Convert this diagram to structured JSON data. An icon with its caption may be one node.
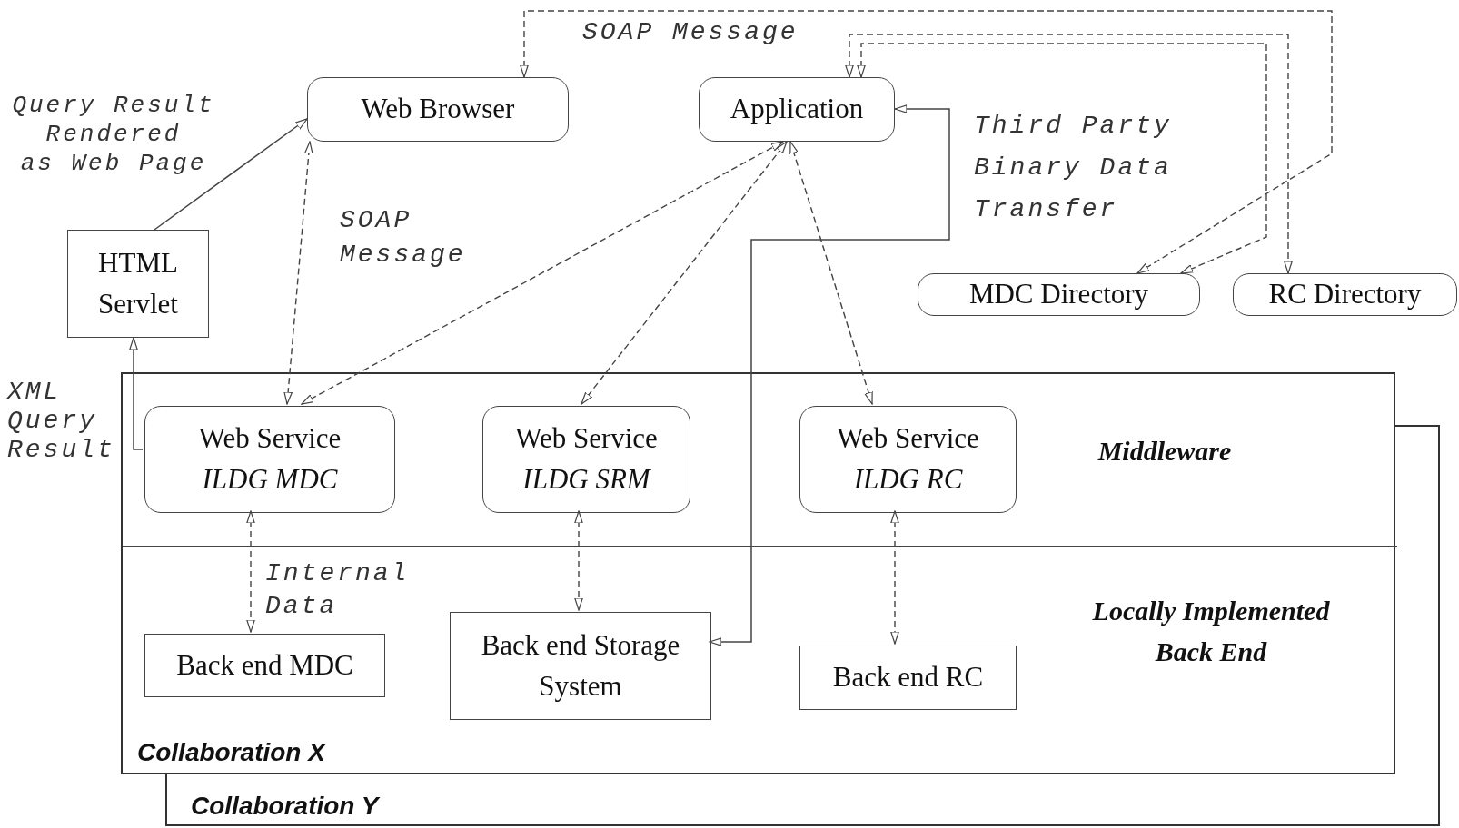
{
  "diagram": {
    "nodes": [
      {
        "text": [
          "Web Browser"
        ]
      },
      {
        "text": [
          "Application"
        ]
      },
      {
        "text": [
          "HTML Servlet"
        ]
      },
      {
        "text": [
          "MDC Directory"
        ]
      },
      {
        "text": [
          "RC Directory"
        ]
      },
      {
        "text": [
          "Collaboration X"
        ]
      },
      {
        "text": [
          "Middleware"
        ],
        "in": 5
      },
      {
        "text": [
          "Web Service",
          "ILDG MDC"
        ],
        "in": 6
      },
      {
        "text": [
          "Web Service",
          "ILDG SRM"
        ],
        "in": 6
      },
      {
        "text": [
          "Web Service",
          "ILDG RC"
        ],
        "in": 6
      },
      {
        "text": [
          "Locally Implemented Back End"
        ],
        "in": 5
      },
      {
        "text": [
          "Back end MDC"
        ],
        "in": 10
      },
      {
        "text": [
          "Back end Storage System"
        ],
        "in": 10
      },
      {
        "text": [
          "Back end RC"
        ],
        "in": 10
      },
      {
        "text": [
          "Collaboration Y"
        ]
      }
    ],
    "edges": [
      {
        "from": 2,
        "to": 0,
        "arrow": "to"
      },
      {
        "from": 7,
        "to": 0,
        "arrow": "both",
        "style": "dashed"
      },
      {
        "from": 7,
        "to": 1,
        "arrow": "both",
        "style": "dashed"
      },
      {
        "from": 8,
        "to": 1,
        "arrow": "both",
        "style": "dashed"
      },
      {
        "from": 9,
        "to": 1,
        "arrow": "both",
        "style": "dashed"
      },
      {
        "from": 7,
        "to": 2,
        "arrow": "to"
      },
      {
        "from": 12,
        "to": 1,
        "arrow": "both"
      },
      {
        "from": 7,
        "to": 11,
        "arrow": "both",
        "style": "dashed"
      },
      {
        "from": 8,
        "to": 12,
        "arrow": "both",
        "style": "dashed"
      },
      {
        "from": 9,
        "to": 13,
        "arrow": "both",
        "style": "dashed"
      },
      {
        "from": 0,
        "to": 3,
        "arrow": "both",
        "style": "dashed"
      },
      {
        "from": 1,
        "to": 4,
        "arrow": "both",
        "style": "dashed"
      },
      {
        "from": 1,
        "to": 3,
        "arrow": "both",
        "style": "dashed"
      }
    ],
    "labels": [
      "SOAP Message",
      "Query Result Rendered as Web Page",
      "Third Party Binary Data Transfer",
      "SOAP Message",
      "XML Query Result",
      "Internal Data"
    ]
  }
}
